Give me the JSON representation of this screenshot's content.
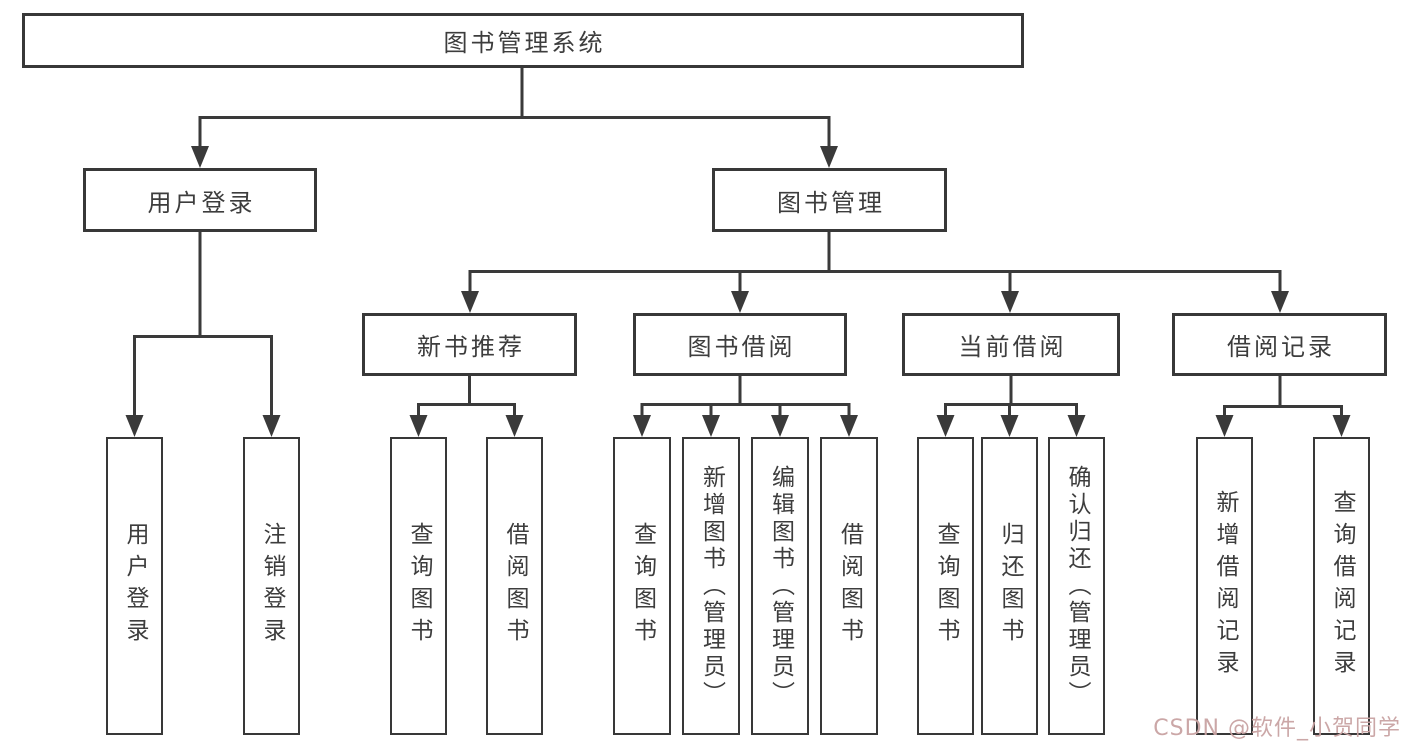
{
  "diagram": {
    "root": {
      "label": "图书管理系统"
    },
    "branches": [
      {
        "label": "用户登录",
        "children": [
          {
            "label": "用户登录"
          },
          {
            "label": "注销登录"
          }
        ]
      },
      {
        "label": "图书管理",
        "children": [
          {
            "label": "新书推荐",
            "children": [
              {
                "label": "查询图书"
              },
              {
                "label": "借阅图书"
              }
            ]
          },
          {
            "label": "图书借阅",
            "children": [
              {
                "label": "查询图书"
              },
              {
                "label": "新增图书（管理员）"
              },
              {
                "label": "编辑图书（管理员）"
              },
              {
                "label": "借阅图书"
              }
            ]
          },
          {
            "label": "当前借阅",
            "children": [
              {
                "label": "查询图书"
              },
              {
                "label": "归还图书"
              },
              {
                "label": "确认归还（管理员）"
              }
            ]
          },
          {
            "label": "借阅记录",
            "children": [
              {
                "label": "新增借阅记录"
              },
              {
                "label": "查询借阅记录"
              }
            ]
          }
        ]
      }
    ],
    "colors": {
      "line": "#3a3a3a",
      "box_border": "#383838",
      "box_fill": "#ffffff",
      "text": "#3d3d3d"
    }
  },
  "watermark": {
    "text": "CSDN @软件_小贺同学",
    "color": "#c9a3a3"
  }
}
